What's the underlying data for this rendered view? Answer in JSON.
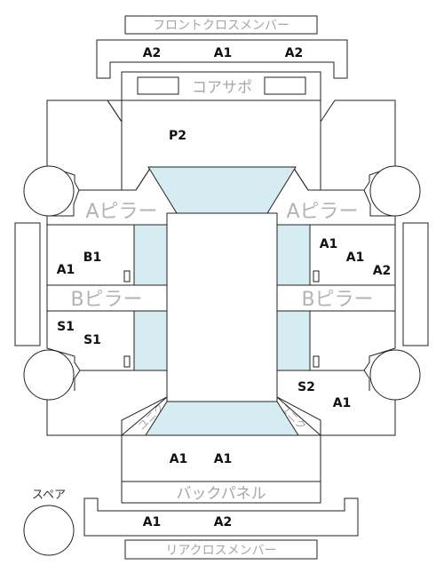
{
  "labels": {
    "front_cross_member": "フロントクロスメンバー",
    "core_support": "コアサポ",
    "a_pillar_left": "Aピラー",
    "a_pillar_right": "Aピラー",
    "b_pillar_left": "Bピラー",
    "b_pillar_right": "Bピラー",
    "back_panel": "バックパネル",
    "rear_cross_member": "リアクロスメンバー",
    "spare": "スペア",
    "uniq_left": "ユニク",
    "uniq_right": "ユニク"
  },
  "marks": {
    "front_cm_left": "A2",
    "front_cm_center": "A1",
    "front_cm_right": "A2",
    "hood": "P2",
    "left_front_door_1": "B1",
    "left_front_door_2": "A1",
    "right_front_door_1": "A1",
    "right_front_door_2": "A1",
    "right_front_door_3": "A2",
    "left_rear_door_1": "S1",
    "left_rear_door_2": "S1",
    "right_rear_door_1": "S2",
    "right_rear_door_2": "A1",
    "trunk_1": "A1",
    "trunk_2": "A1",
    "rear_cm_1": "A1",
    "rear_cm_2": "A2"
  },
  "colors": {
    "outline": "#222222",
    "glass": "#d5ecf2",
    "label_grey": "#b3b3b3"
  }
}
